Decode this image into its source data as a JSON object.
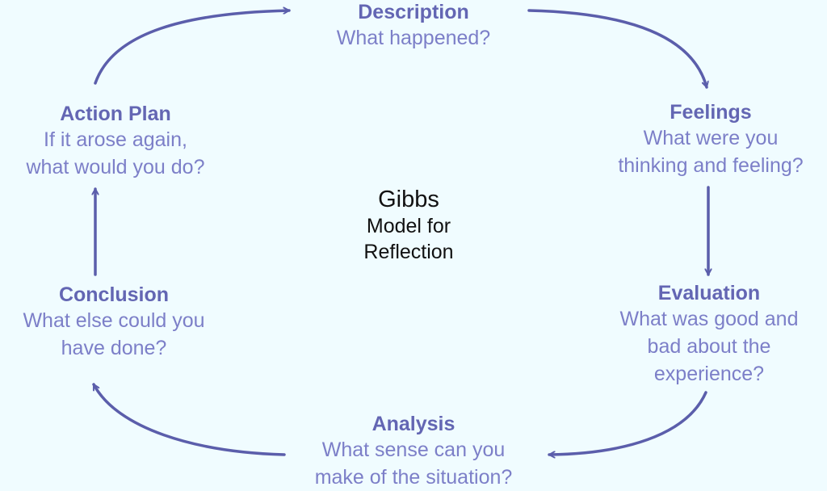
{
  "colors": {
    "background": "#f0fcff",
    "accent": "#6366b3",
    "arrow": "#5b5eab",
    "center_text": "#111111"
  },
  "center": {
    "title": "Gibbs",
    "subtitle_line1": "Model for",
    "subtitle_line2": "Reflection"
  },
  "stages": {
    "description": {
      "title": "Description",
      "question_lines": [
        "What happened?"
      ]
    },
    "feelings": {
      "title": "Feelings",
      "question_lines": [
        "What were you",
        "thinking and feeling?"
      ]
    },
    "evaluation": {
      "title": "Evaluation",
      "question_lines": [
        "What was good and",
        "bad about the",
        "experience?"
      ]
    },
    "analysis": {
      "title": "Analysis",
      "question_lines": [
        "What sense can you",
        "make of the situation?"
      ]
    },
    "conclusion": {
      "title": "Conclusion",
      "question_lines": [
        "What else could you",
        "have done?"
      ]
    },
    "action_plan": {
      "title": "Action Plan",
      "question_lines": [
        "If it arose again,",
        "what would you do?"
      ]
    }
  }
}
